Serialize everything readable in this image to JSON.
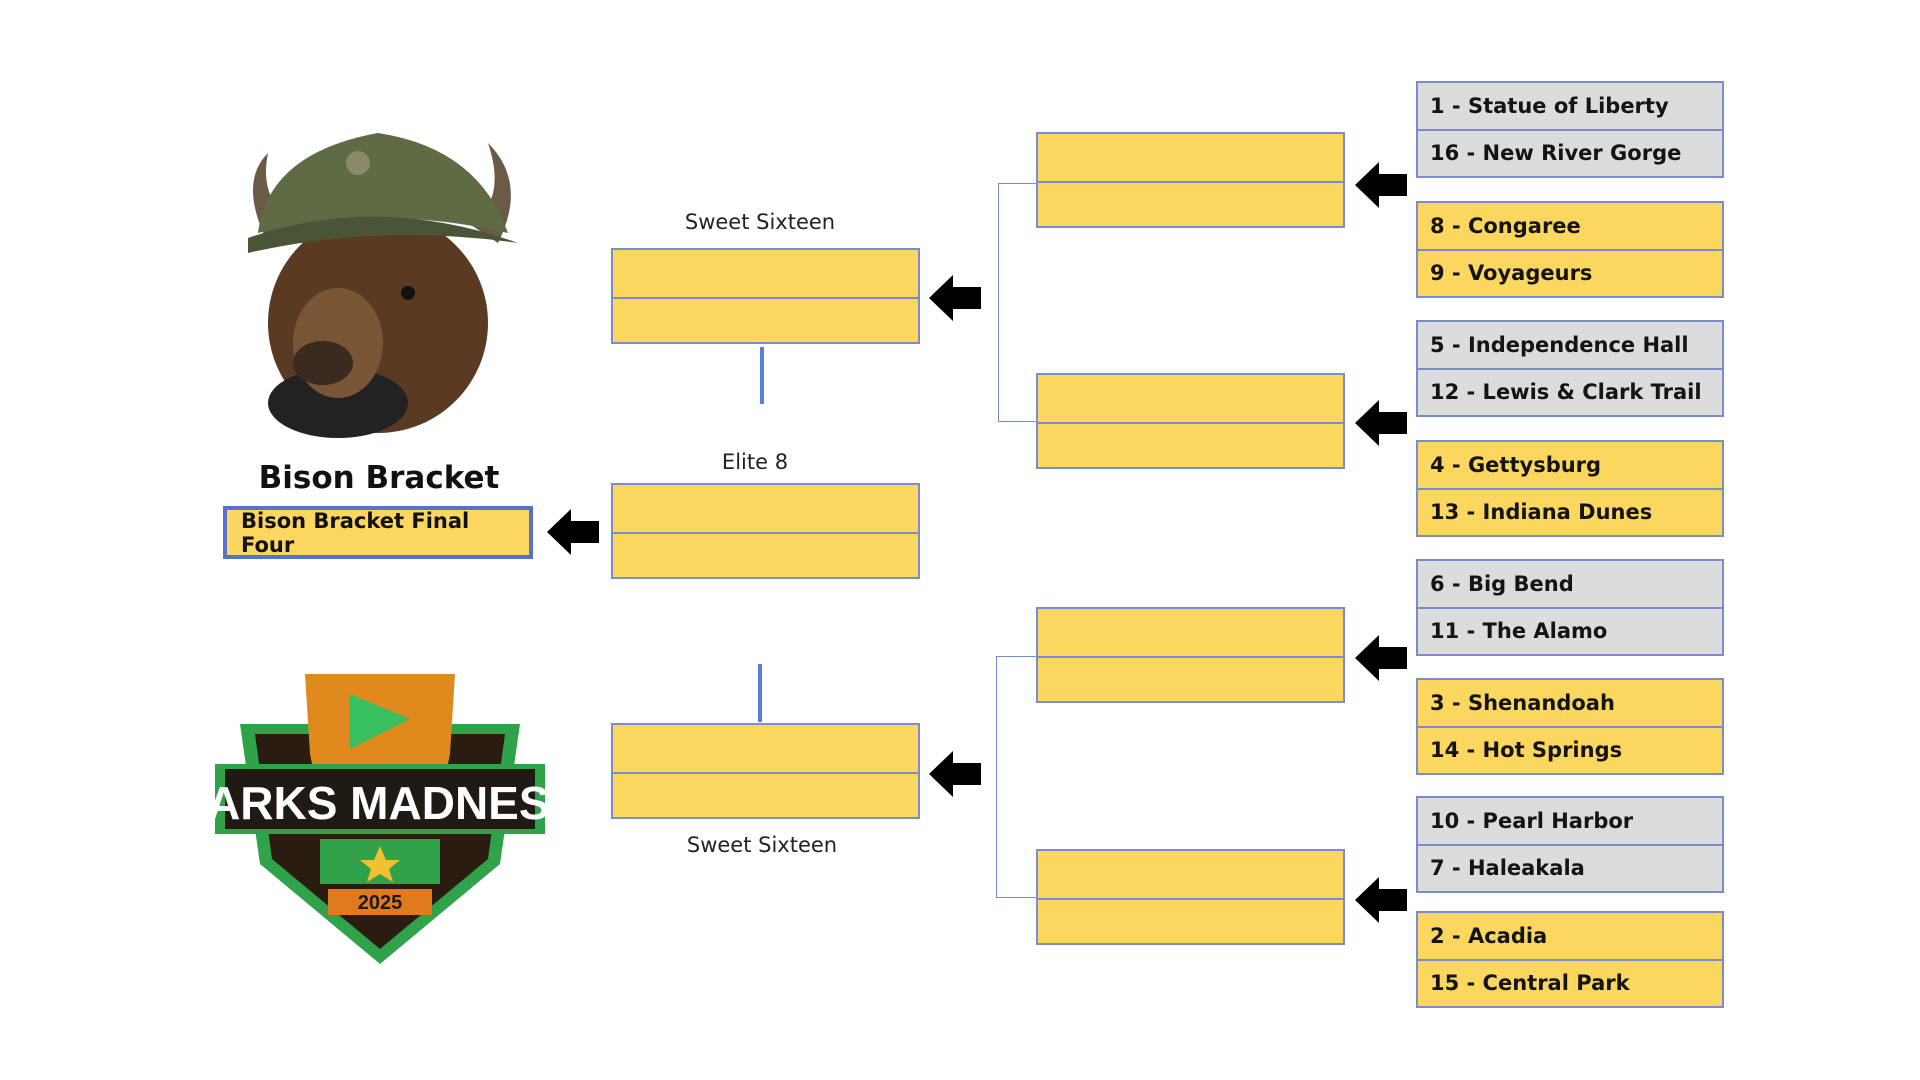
{
  "title": "Bison Bracket",
  "final_four_label": "Bison Bracket Final Four",
  "logo": {
    "text": "PARKS MADNESS",
    "year": "2025"
  },
  "rounds": {
    "sweet_sixteen_top": "Sweet Sixteen",
    "elite_8": "Elite 8",
    "sweet_sixteen_bottom": "Sweet Sixteen"
  },
  "matchups": [
    {
      "style": "gray",
      "teams": [
        "1 - Statue of Liberty",
        "16 - New River Gorge"
      ]
    },
    {
      "style": "yellow",
      "teams": [
        "8 - Congaree",
        "9 - Voyageurs"
      ]
    },
    {
      "style": "gray",
      "teams": [
        "5 - Independence Hall",
        "12 - Lewis & Clark Trail"
      ]
    },
    {
      "style": "yellow",
      "teams": [
        "4 - Gettysburg",
        "13 - Indiana Dunes"
      ]
    },
    {
      "style": "gray",
      "teams": [
        "6 - Big Bend",
        "11 - The Alamo"
      ]
    },
    {
      "style": "yellow",
      "teams": [
        "3 - Shenandoah",
        "14 - Hot Springs"
      ]
    },
    {
      "style": "gray",
      "teams": [
        "10 - Pearl Harbor",
        "7 - Haleakala"
      ]
    },
    {
      "style": "yellow",
      "teams": [
        "2 - Acadia",
        "15 - Central Park"
      ]
    }
  ],
  "colors": {
    "yellow": "#fbd760",
    "gray": "#dcdcdc",
    "border": "#7b8ccc",
    "line": "#5b7de0"
  }
}
